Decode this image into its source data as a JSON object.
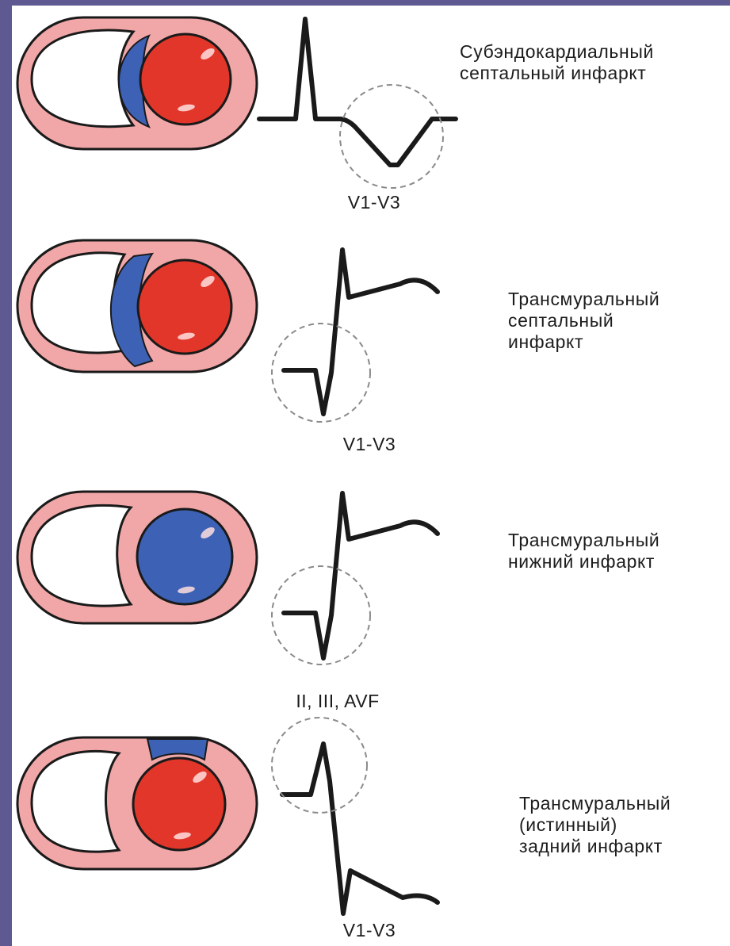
{
  "colors": {
    "frame": "#5e5a91",
    "heart_wall": "#f1a7a7",
    "outline": "#1a1a1a",
    "healthy_myocardium": "#e3362a",
    "infarct_zone": "#3d62b5",
    "ecg_line": "#1a1a1a",
    "highlight_circle": "#8a8a8a"
  },
  "panels": [
    {
      "lead": "V1-V3",
      "caption_lines": [
        "Субэндокардиальный",
        "септальный инфаркт"
      ],
      "infarct": "subendocardial-septal"
    },
    {
      "lead": "V1-V3",
      "caption_lines": [
        "Трансмуральный",
        "септальный",
        "инфаркт"
      ],
      "infarct": "transmural-septal"
    },
    {
      "lead": "II, III, AVF",
      "caption_lines": [
        "Трансмуральный",
        "нижний инфаркт"
      ],
      "infarct": "transmural-inferior"
    },
    {
      "lead": "V1-V3",
      "caption_lines": [
        "Трансмуральный",
        "(истинный)",
        "задний инфаркт"
      ],
      "infarct": "transmural-posterior"
    }
  ]
}
